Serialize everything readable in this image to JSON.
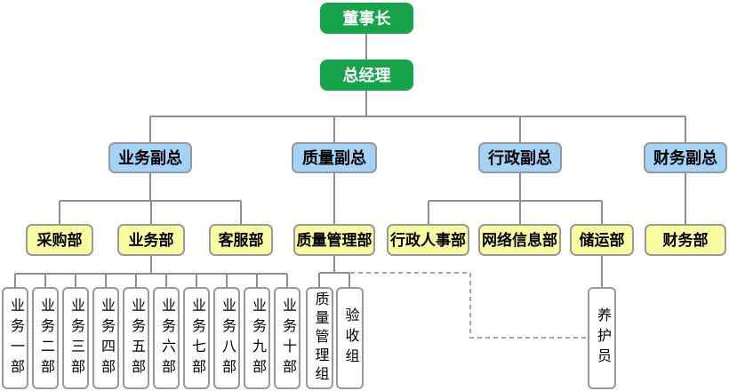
{
  "palette": {
    "green": "#17a34a",
    "blue": "#a3d3f7",
    "yellow": "#fbfba2",
    "white": "#ffffff",
    "border": "#999999",
    "line": "#8f8f8f",
    "dashed_line": "#a6a6a6",
    "text_dark": "#000000",
    "text_light": "#ffffff"
  },
  "nodes": {
    "chairman": "董事长",
    "general_manager": "总经理",
    "vps": [
      "业务副总",
      "质量副总",
      "行政副总",
      "财务副总"
    ],
    "departments": [
      "采购部",
      "业务部",
      "客服部",
      "质量管理部",
      "行政人事部",
      "网络信息部",
      "储运部",
      "财务部"
    ],
    "business_subdepts": [
      "业务一部",
      "业务二部",
      "业务三部",
      "业务四部",
      "业务五部",
      "业务六部",
      "业务七部",
      "业务八部",
      "业务九部",
      "业务十部"
    ],
    "quality_groups": [
      "质量管理组",
      "验收组"
    ],
    "storage_staff": "养护员"
  }
}
